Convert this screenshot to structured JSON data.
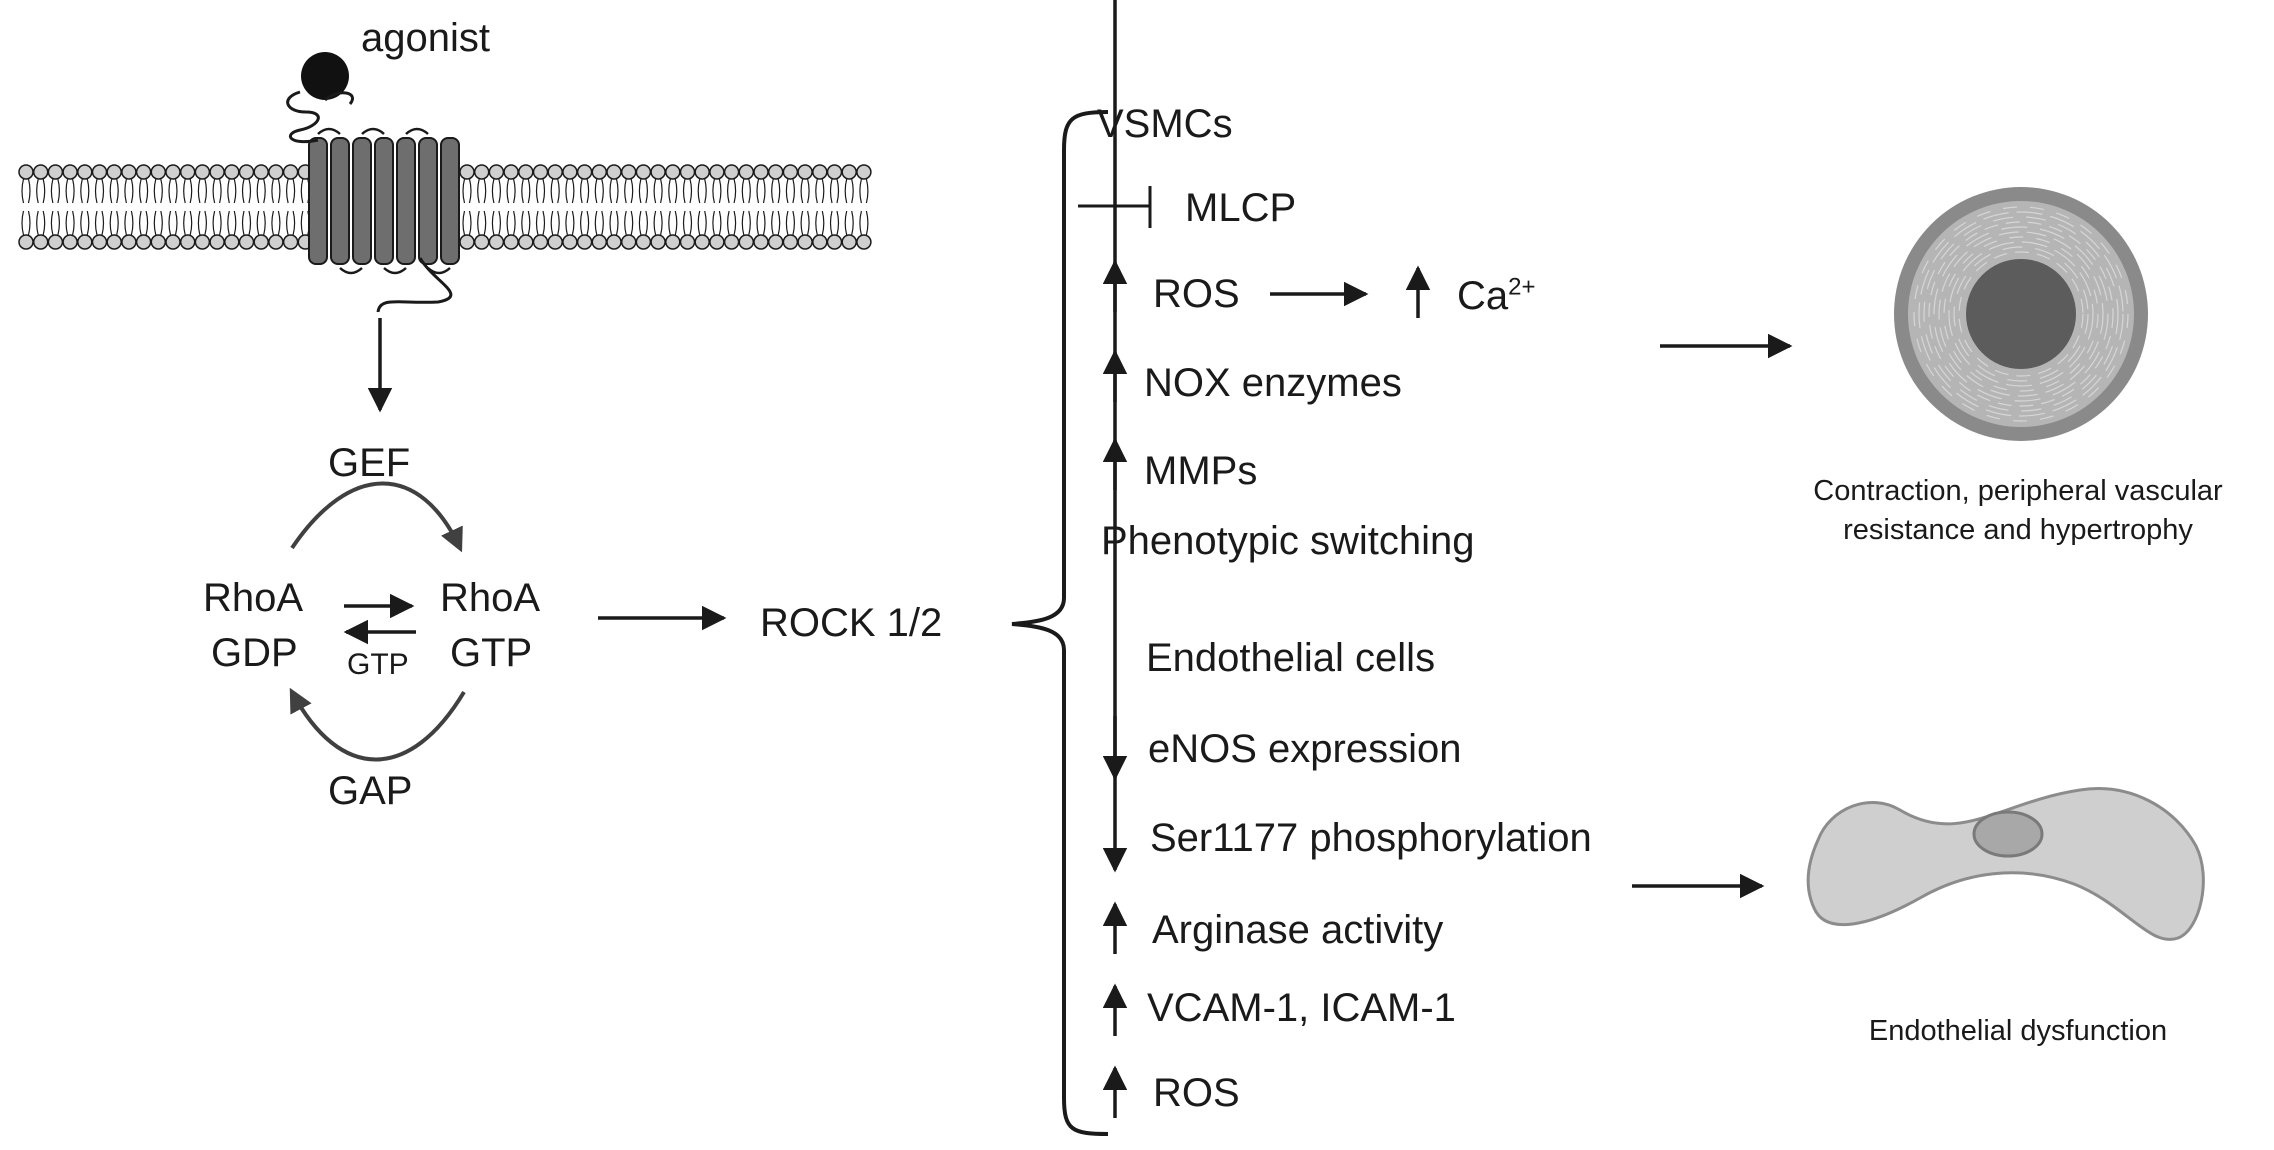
{
  "membrane": {
    "agonist_label": "agonist"
  },
  "cycle": {
    "gef": "GEF",
    "gap": "GAP",
    "rhoa_gdp_line1": "RhoA",
    "rhoa_gdp_line2": "GDP",
    "rhoa_gtp_line1": "RhoA",
    "rhoa_gtp_line2": "GTP",
    "gtp_small": "GTP"
  },
  "rock": "ROCK 1/2",
  "vsmc": {
    "header": "VSMCs",
    "items": {
      "mlcp": "MLCP",
      "ros": "ROS",
      "ca_base": "Ca",
      "ca_sup": "2+",
      "nox": "NOX enzymes",
      "mmps": "MMPs",
      "phenotypic": "Phenotypic switching"
    },
    "outcome_line1": "Contraction, peripheral vascular",
    "outcome_line2": "resistance and hypertrophy"
  },
  "endothelial": {
    "header": "Endothelial cells",
    "items": {
      "enos": "eNOS expression",
      "ser1177": "Ser1177 phosphorylation",
      "arginase": "Arginase activity",
      "vcam": "VCAM-1, ICAM-1",
      "ros": "ROS"
    },
    "outcome": "Endothelial dysfunction"
  },
  "colors": {
    "ink": "#1a1a1a",
    "membrane_head_fill": "#cfcfcf",
    "receptor_fill": "#6e6e6e",
    "vessel_outer": "#8a8a8a",
    "vessel_wall": "#b5b5b5",
    "vessel_lumen": "#5c5c5c",
    "cell_fill": "#cfcfcf",
    "cell_nucleus": "#a8a8a8"
  }
}
